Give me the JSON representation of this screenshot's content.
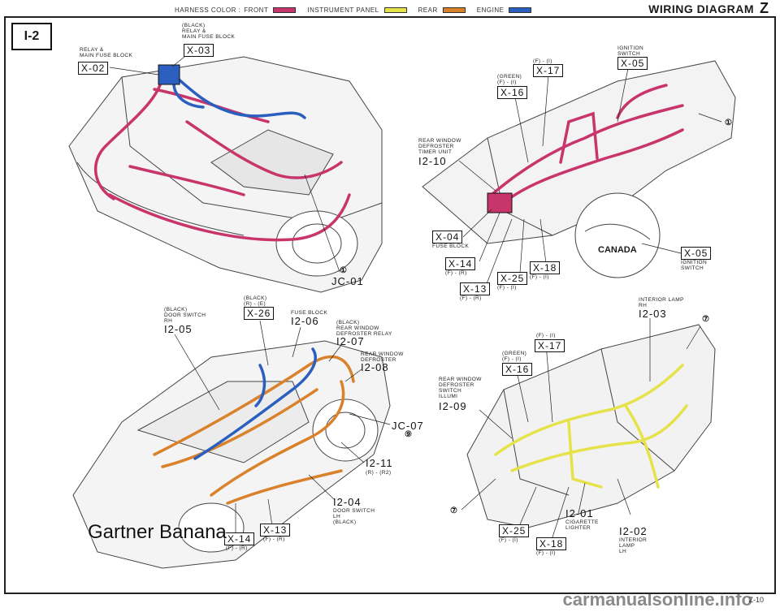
{
  "header": {
    "legend_prefix": "HARNESS COLOR :",
    "legend": [
      {
        "label": "FRONT",
        "color": "#c8356b"
      },
      {
        "label": "INSTRUMENT PANEL",
        "color": "#e6e24a"
      },
      {
        "label": "REAR",
        "color": "#d9822b"
      },
      {
        "label": "ENGINE",
        "color": "#2a5fbf"
      }
    ],
    "title": "WIRING DIAGRAM",
    "letter": "Z"
  },
  "page_id": "I-2",
  "watermark": "Gartner Banana",
  "footer": "carmanualsonline.info",
  "page_number": "Z-10",
  "panels": {
    "front": {
      "relay_block_label": "RELAY &\nMAIN FUSE BLOCK",
      "x02": "X-02",
      "main_fuse_label": "(BLACK)\nRELAY &\nMAIN FUSE BLOCK",
      "x03": "X-03",
      "jc01": "JC-01",
      "circle1": "①"
    },
    "dash": {
      "x17_label": "(F) - (I)",
      "x17": "X-17",
      "x16_label": "(GREEN)\n(F) - (I)",
      "x16": "X-16",
      "ign_label": "IGNITION\nSWITCH",
      "x05": "X-05",
      "circle1": "①",
      "defroster_label": "REAR WINDOW\nDEFROSTER\nTIMER UNIT",
      "i210": "I2-10",
      "x04": "X-04",
      "x04_label": "FUSE BLOCK",
      "x14": "X-14",
      "x14_label": "(F) - (R)",
      "x18": "X-18",
      "x18_label": "(F) - (I)",
      "x25": "X-25",
      "x25_label": "(F) - (I)",
      "x13": "X-13",
      "x13_label": "(F) - (R)",
      "canada": "CANADA",
      "x05b": "X-05",
      "ign_label_b": "IGNITION\nSWITCH"
    },
    "rear": {
      "door_rh_label": "(BLACK)\nDOOR SWITCH\nRH",
      "i205": "I2-05",
      "x26_label": "(BLACK)\n(R) - (E)",
      "x26": "X-26",
      "fuse_label": "FUSE BLOCK",
      "i206": "I2-06",
      "relay_label": "(BLACK)\nREAR WINDOW\nDEFROSTER RELAY",
      "i207": "I2-07",
      "def_label": "REAR WINDOW\nDEFROSTER",
      "i208": "I2-08",
      "jc07": "JC-07",
      "circle9": "⑨",
      "i211": "I2-11",
      "i211_label": "(R) - (R2)",
      "i204": "I2-04",
      "door_lh_label": "DOOR SWITCH\nLH\n(BLACK)",
      "x13": "X-13",
      "x13_label": "(F) - (R)",
      "x14": "X-14",
      "x14_label": "(F) - (R)"
    },
    "ip": {
      "interior_label": "INTERIOR LAMP\nRH",
      "i203": "I2-03",
      "circle7a": "⑦",
      "x17_label": "(F) - (I)",
      "x17": "X-17",
      "x16_label": "(GREEN)\n(F) - (I)",
      "x16": "X-16",
      "illumi_label": "REAR WINDOW\nDEFROSTER\nSWITCH\nILLUMI",
      "i209": "I2-09",
      "circle7b": "⑦",
      "x25": "X-25",
      "x25_label": "(F) - (I)",
      "x18": "X-18",
      "x18_label": "(F) - (I)",
      "i201": "I2-01",
      "lighter_label": "CIGARETTE\nLIGHTER",
      "i202": "I2-02",
      "lamp_lh_label": "INTERIOR\nLAMP\nLH"
    }
  }
}
